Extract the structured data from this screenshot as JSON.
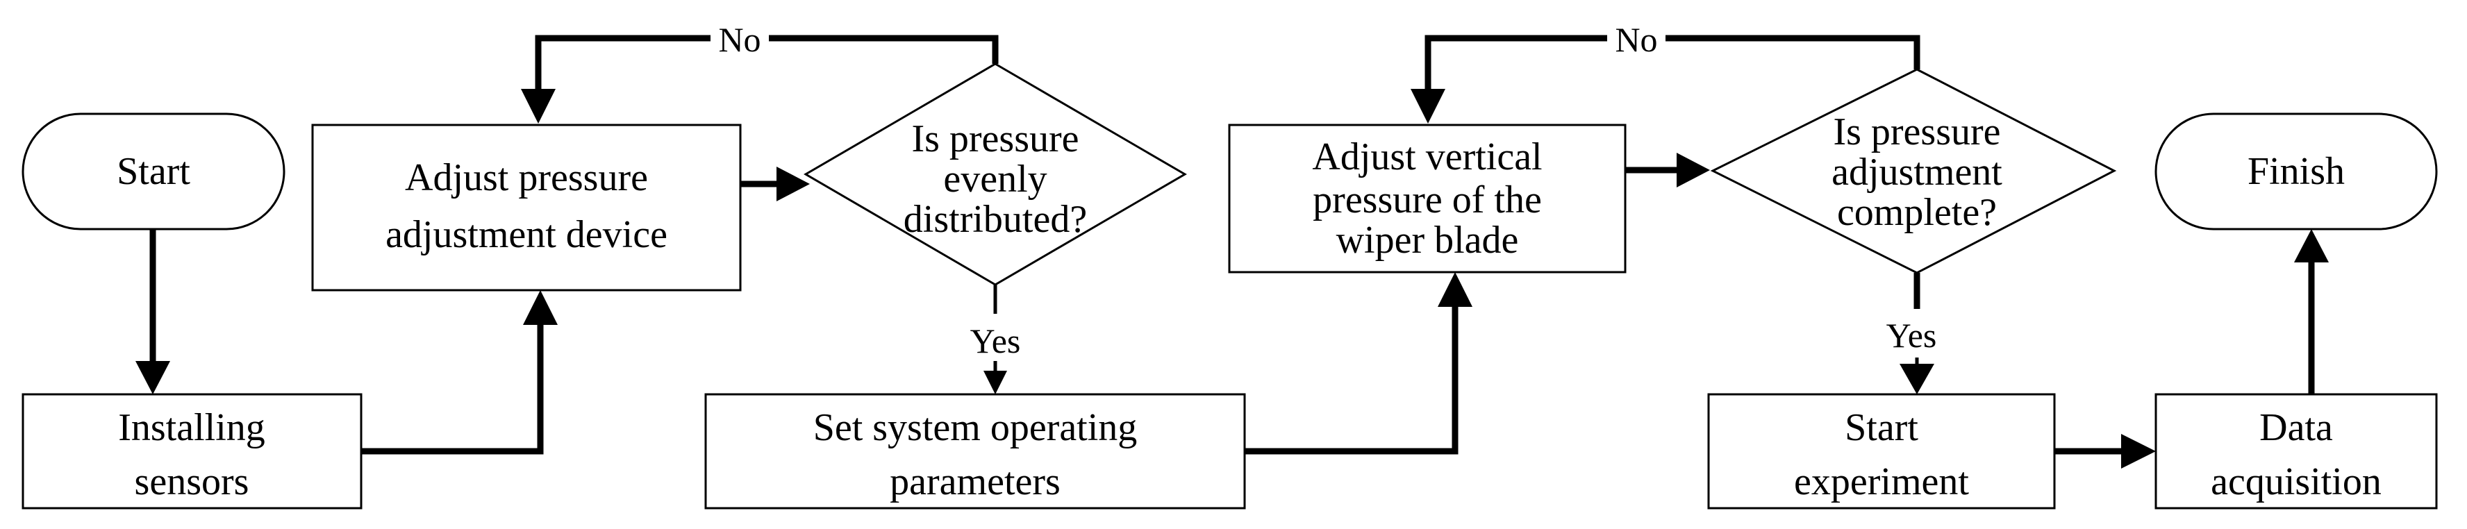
{
  "nodes": {
    "start": {
      "label": "Start"
    },
    "installing_sensors": {
      "lines": [
        "Installing",
        "sensors"
      ]
    },
    "adjust_device": {
      "lines": [
        "Adjust pressure",
        "adjustment device"
      ]
    },
    "decision_even": {
      "lines": [
        "Is pressure",
        "evenly",
        "distributed?"
      ]
    },
    "set_params": {
      "lines": [
        "Set system operating",
        "parameters"
      ]
    },
    "adjust_vertical": {
      "lines": [
        "Adjust vertical",
        "pressure of the",
        "wiper blade"
      ]
    },
    "decision_complete": {
      "lines": [
        "Is pressure",
        "adjustment",
        "complete?"
      ]
    },
    "start_experiment": {
      "lines": [
        "Start",
        "experiment"
      ]
    },
    "data_acquisition": {
      "lines": [
        "Data",
        "acquisition"
      ]
    },
    "finish": {
      "label": "Finish"
    }
  },
  "edge_labels": {
    "no_1": "No",
    "yes_1": "Yes",
    "no_2": "No",
    "yes_2": "Yes"
  }
}
